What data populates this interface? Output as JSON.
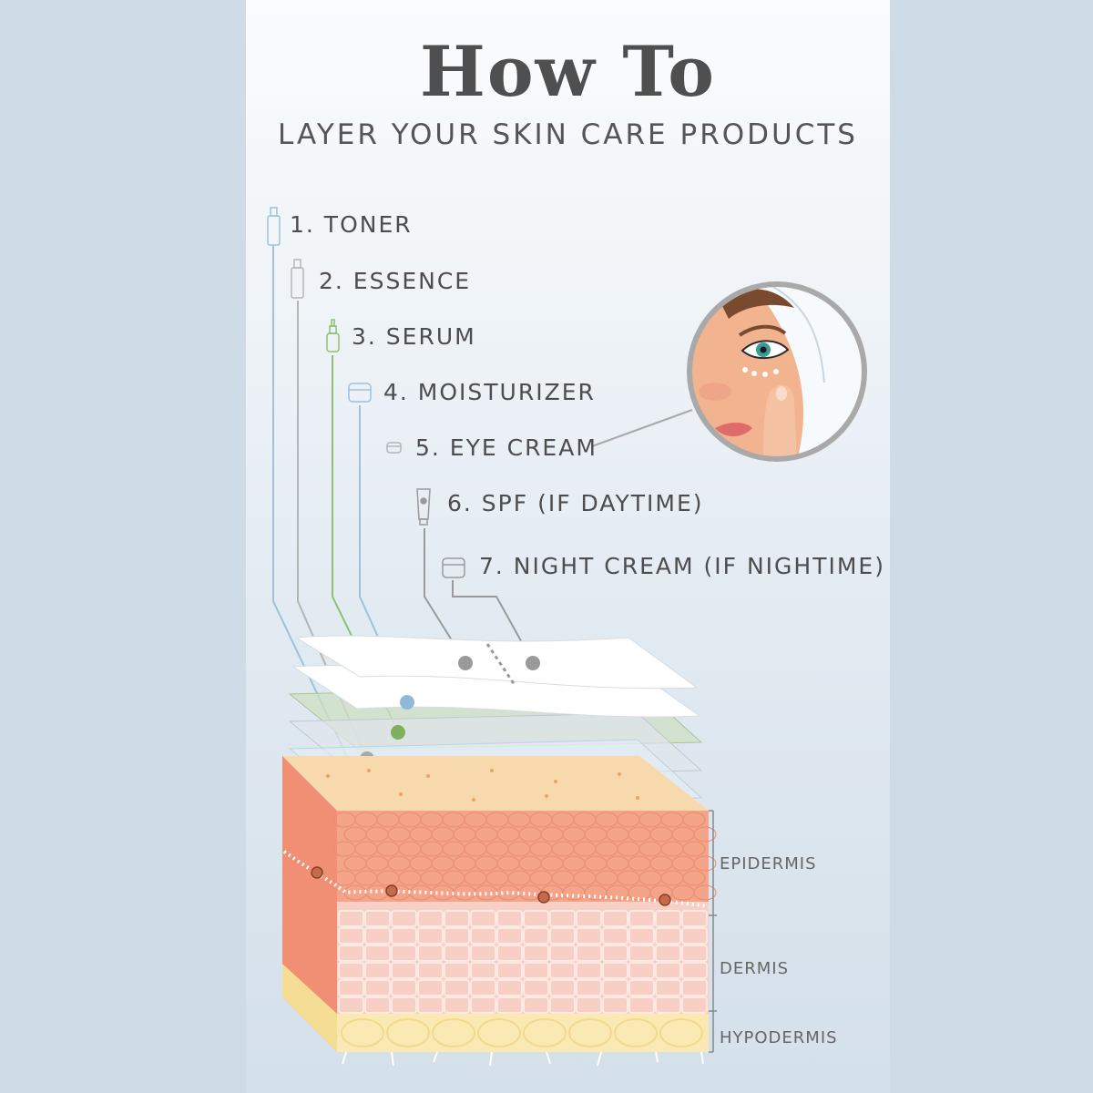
{
  "header": {
    "title": "How To",
    "subtitle": "LAYER YOUR SKIN CARE PRODUCTS"
  },
  "steps": [
    {
      "label": "1. TONER",
      "icon": "toner-bottle-icon",
      "color": "#9cc3d9"
    },
    {
      "label": "2. ESSENCE",
      "icon": "essence-bottle-icon",
      "color": "#b5b5b5"
    },
    {
      "label": "3. SERUM",
      "icon": "serum-dropper-icon",
      "color": "#8fbf72"
    },
    {
      "label": "4. MOISTURIZER",
      "icon": "moisturizer-jar-icon",
      "color": "#9cc3d9"
    },
    {
      "label": "5. EYE CREAM",
      "icon": "eye-cream-jar-icon",
      "color": "#b5b5b5"
    },
    {
      "label": "6. SPF (IF DAYTIME)",
      "icon": "spf-tube-icon",
      "color": "#9a9a9a"
    },
    {
      "label": "7. NIGHT CREAM (IF NIGHTIME)",
      "icon": "night-cream-jar-icon",
      "color": "#9a9a9a"
    }
  ],
  "skin_layers": {
    "epidermis": "EPIDERMIS",
    "dermis": "DERMIS",
    "hypodermis": "HYPODERMIS"
  },
  "colors": {
    "background": "#cfdbe6",
    "text": "#4d4d4d",
    "skin_top": "#f8d9ad",
    "epidermis": "#f3a489",
    "dermis": "#f8cfc4",
    "hypodermis": "#fbe9b4"
  }
}
